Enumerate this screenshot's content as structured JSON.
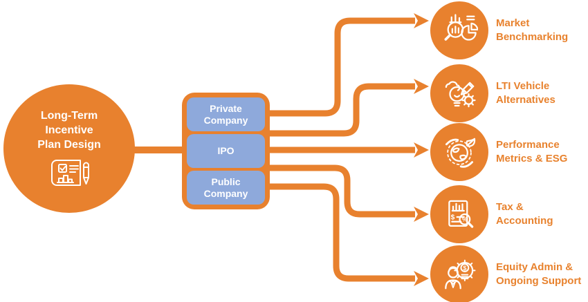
{
  "diagram_title": "Long-Term Incentive Plan Design flow diagram",
  "colors": {
    "orange": "#E8812E",
    "stage_blue": "#8EA9DB",
    "label_text_orange": "#E8822E",
    "icon_white": "#FFFFFF",
    "background": "#FFFFFF"
  },
  "hub": {
    "line1": "Long-Term",
    "line2": "Incentive",
    "line3": "Plan Design",
    "icon": "blueprint-plan-icon"
  },
  "stages": [
    {
      "label": "Private Company"
    },
    {
      "label": "IPO"
    },
    {
      "label": "Public Company"
    }
  ],
  "outcomes": [
    {
      "line1": "Market",
      "line2": "Benchmarking",
      "icon": "market-benchmarking-icon"
    },
    {
      "line1": "LTI Vehicle",
      "line2": "Alternatives",
      "icon": "idea-gear-pencil-icon"
    },
    {
      "line1": "Performance",
      "line2": "Metrics & ESG",
      "icon": "globe-sustainability-icon"
    },
    {
      "line1": "Tax &",
      "line2": "Accounting",
      "icon": "tax-document-magnifier-icon"
    },
    {
      "line1": "Equity Admin &",
      "line2": "Ongoing Support",
      "icon": "person-coin-gear-icon"
    }
  ]
}
